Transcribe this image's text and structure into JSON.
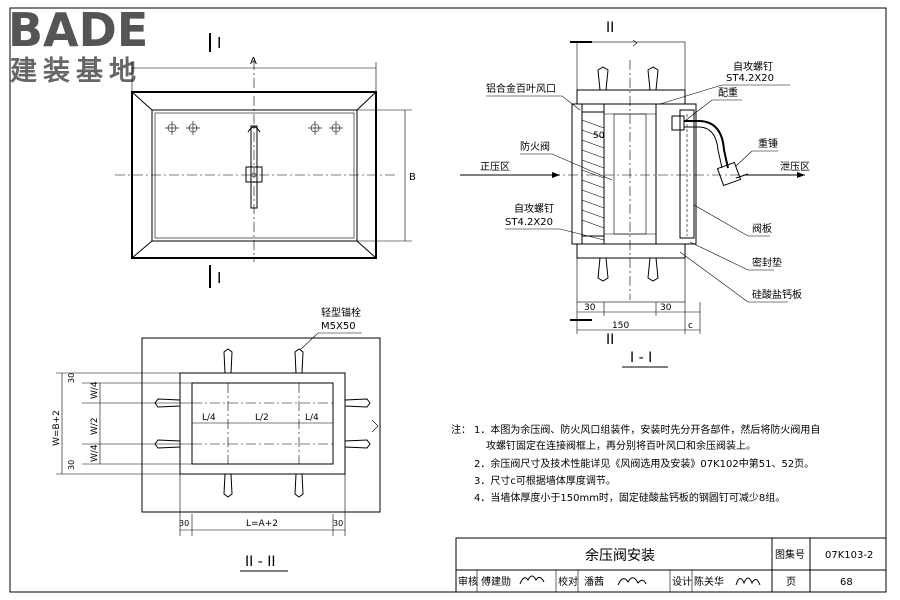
{
  "logo": {
    "brand": "BADE",
    "subtitle": "建装基地"
  },
  "plan_view": {
    "section_mark_top": "I",
    "section_mark_bottom": "I",
    "dim_width": "A",
    "dim_height": "B"
  },
  "section_1": {
    "section_mark_top": "II",
    "section_mark_bottom": "II",
    "title": "I - I",
    "labels": {
      "louver": "铝合金百叶风口",
      "fire_damper": "防火阀",
      "screw_left_name": "自攻螺钉",
      "screw_left_spec": "ST4.2X20",
      "screw_right_name": "自攻螺钉",
      "screw_right_spec": "ST4.2X20",
      "counterweight": "配重",
      "heavy_hammer": "重锤",
      "positive_zone": "正压区",
      "negative_zone": "泄压区",
      "valve_plate": "阀板",
      "seal_pad": "密封垫",
      "silicate_board": "硅酸盐钙板"
    },
    "dims": {
      "d50": "50",
      "d30_left": "30",
      "d30_right": "30",
      "d150": "150",
      "dc": "c"
    }
  },
  "section_2": {
    "title": "II - II",
    "anchor_name": "轻型锚栓",
    "anchor_spec": "M5X50",
    "dims": {
      "w4_top": "W/4",
      "w2": "W/2",
      "w4_bottom": "W/4",
      "w_total": "W=B+2",
      "d30_top": "30",
      "d30_bottom": "30",
      "l4_left": "L/4",
      "l2": "L/2",
      "l4_right": "L/4",
      "d30_left": "30",
      "l_total": "L=A+2",
      "d30_right": "30"
    }
  },
  "notes": {
    "prefix": "注：",
    "items": [
      "1．本图为余压阀、防火风口组装件，安装时先分开各部件，然后将防火阀用自",
      "攻螺钉固定在连接阀框上，再分别将百叶风口和余压阀装上。",
      "2．余压阀尺寸及技术性能详见《风阀选用及安装》07K102中第51、52页。",
      "3．尺寸c可根据墙体厚度调节。",
      "4．当墙体厚度小于150mm时，固定硅酸盐钙板的钢圆钉可减少8组。"
    ]
  },
  "title_block": {
    "drawing_title": "余压阀安装",
    "atlas_label": "图集号",
    "atlas_number": "07K103-2",
    "review_label": "审核",
    "reviewer": "傅建勋",
    "check_label": "校对",
    "checker": "潘茜",
    "design_label": "设计",
    "designer": "陈关华",
    "page_label": "页",
    "page_number": "68"
  }
}
